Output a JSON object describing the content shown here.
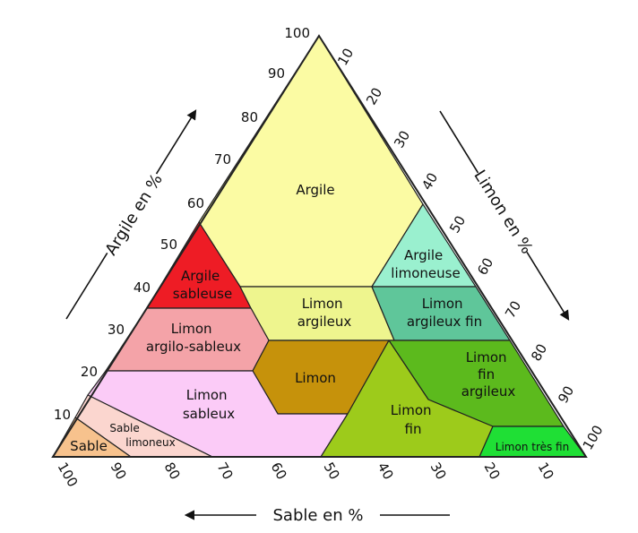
{
  "axes": {
    "clay": {
      "title": "Argile en %",
      "ticks": [
        "100",
        "90",
        "80",
        "70",
        "60",
        "50",
        "40",
        "30",
        "20",
        "10"
      ]
    },
    "silt": {
      "title": "Limon en %",
      "ticks": [
        "10",
        "20",
        "30",
        "40",
        "50",
        "60",
        "70",
        "80",
        "90",
        "100"
      ]
    },
    "sand": {
      "title": "Sable en %",
      "ticks": [
        "100",
        "90",
        "80",
        "70",
        "60",
        "50",
        "40",
        "30",
        "20",
        "10"
      ]
    }
  },
  "zones": {
    "argile": {
      "lines": [
        "Argile"
      ],
      "color": "#fbfba3"
    },
    "argile_sableuse": {
      "lines": [
        "Argile",
        "sableuse"
      ],
      "color": "#ee1c25"
    },
    "argile_limoneuse": {
      "lines": [
        "Argile",
        "limoneuse"
      ],
      "color": "#9af0cf"
    },
    "limon_argileux": {
      "lines": [
        "Limon",
        "argileux"
      ],
      "color": "#eef58e"
    },
    "limon_argileux_fin": {
      "lines": [
        "Limon",
        "argileux fin"
      ],
      "color": "#5fc69a"
    },
    "limon_argilo_sableux": {
      "lines": [
        "Limon",
        "argilo-sableux"
      ],
      "color": "#f4a3a8"
    },
    "limon": {
      "lines": [
        "Limon"
      ],
      "color": "#c6920b"
    },
    "limon_fin_argileux": {
      "lines": [
        "Limon",
        "fin",
        "argileux"
      ],
      "color": "#5cba1d"
    },
    "limon_sableux": {
      "lines": [
        "Limon",
        "sableux"
      ],
      "color": "#fbcbf7"
    },
    "limon_fin": {
      "lines": [
        "Limon",
        "fin"
      ],
      "color": "#9dcb1b"
    },
    "sable_limoneux": {
      "lines": [
        "Sable",
        "limoneux"
      ],
      "color": "#fbd6cf"
    },
    "sable": {
      "lines": [
        "Sable"
      ],
      "color": "#f7c28d"
    },
    "limon_tres_fin": {
      "lines": [
        "Limon très fin"
      ],
      "color": "#1fdf35"
    }
  }
}
